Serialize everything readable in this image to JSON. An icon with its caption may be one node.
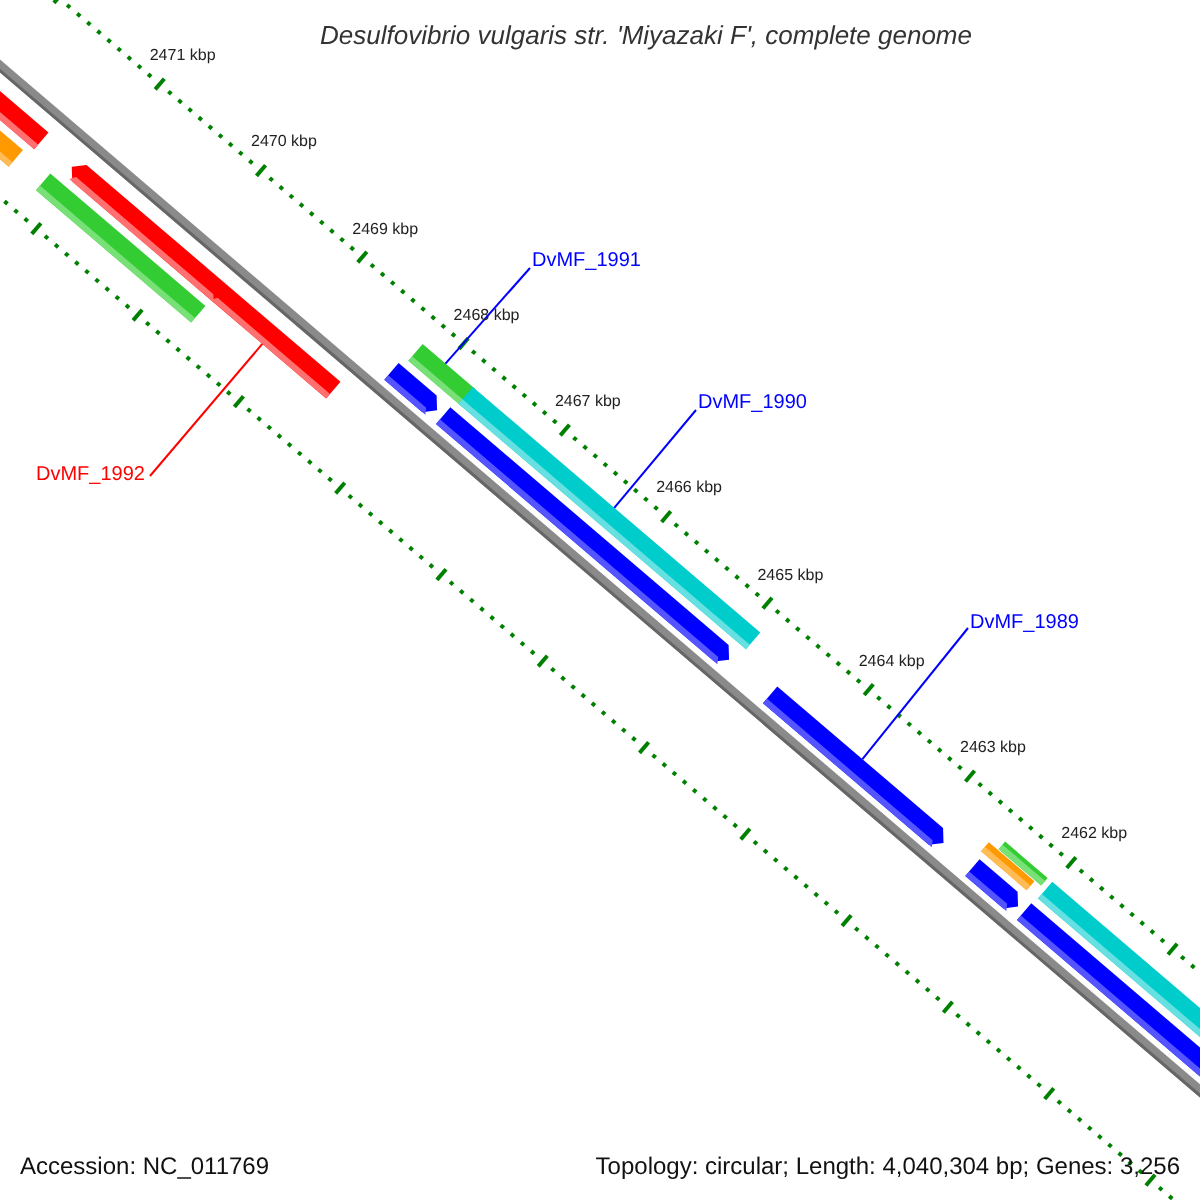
{
  "diagram": {
    "title": "Desulfovibrio vulgaris str. 'Miyazaki F', complete genome",
    "nodes": [
      {
        "text": [
          "DvMF_1991"
        ]
      },
      {
        "text": [
          "DvMF_1990"
        ]
      },
      {
        "text": [
          "DvMF_1989"
        ]
      },
      {
        "text": [
          "DvMF_1992"
        ]
      },
      {
        "text": [],
        "shape": "bar"
      },
      {
        "text": [],
        "shape": "bar"
      },
      {
        "text": [],
        "shape": "bar"
      },
      {
        "text": [],
        "shape": "bar"
      },
      {
        "text": [],
        "shape": "bar"
      },
      {
        "text": [],
        "shape": "bar"
      },
      {
        "text": [],
        "shape": "bar"
      },
      {
        "text": [],
        "shape": "bar"
      },
      {
        "text": [],
        "shape": "bar"
      },
      {
        "text": [],
        "shape": "bar"
      },
      {
        "text": [],
        "shape": "bar"
      },
      {
        "text": [],
        "shape": "bar"
      },
      {
        "text": [],
        "shape": "bar"
      },
      {
        "text": [],
        "shape": "bar"
      },
      {
        "text": [],
        "shape": "bar"
      }
    ],
    "edges": [
      {
        "from": 0,
        "to": 10,
        "arrow": "none"
      },
      {
        "from": 1,
        "to": 12,
        "arrow": "none"
      },
      {
        "from": 2,
        "to": 13,
        "arrow": "none"
      },
      {
        "from": 3,
        "to": 8,
        "arrow": "none",
        "color": "#ff0000"
      }
    ],
    "labels": [
      "2471 kbp",
      "2470 kbp",
      "2469 kbp",
      "2468 kbp",
      "2467 kbp",
      "2466 kbp",
      "2465 kbp",
      "2464 kbp",
      "2463 kbp",
      "2462 kbp",
      "Accession: NC_011769",
      "Topology: circular; Length: 4,040,304 bp; Genes: 3,256"
    ]
  }
}
